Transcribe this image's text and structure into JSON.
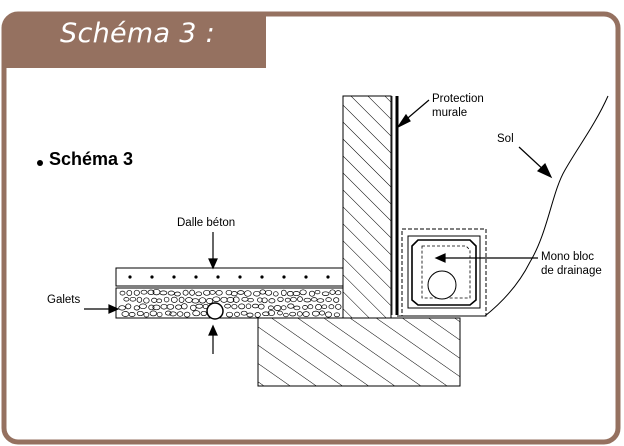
{
  "header": {
    "title": "Schéma 3 :"
  },
  "section_title": "Schéma 3",
  "labels": {
    "protection_line1": "Protection",
    "protection_line2": "murale",
    "sol": "Sol",
    "dalle": "Dalle béton",
    "galets": "Galets",
    "mono_line1": "Mono bloc",
    "mono_line2": "de drainage"
  },
  "colors": {
    "frame": "#957160",
    "background": "#ffffff",
    "ink": "#000000"
  }
}
